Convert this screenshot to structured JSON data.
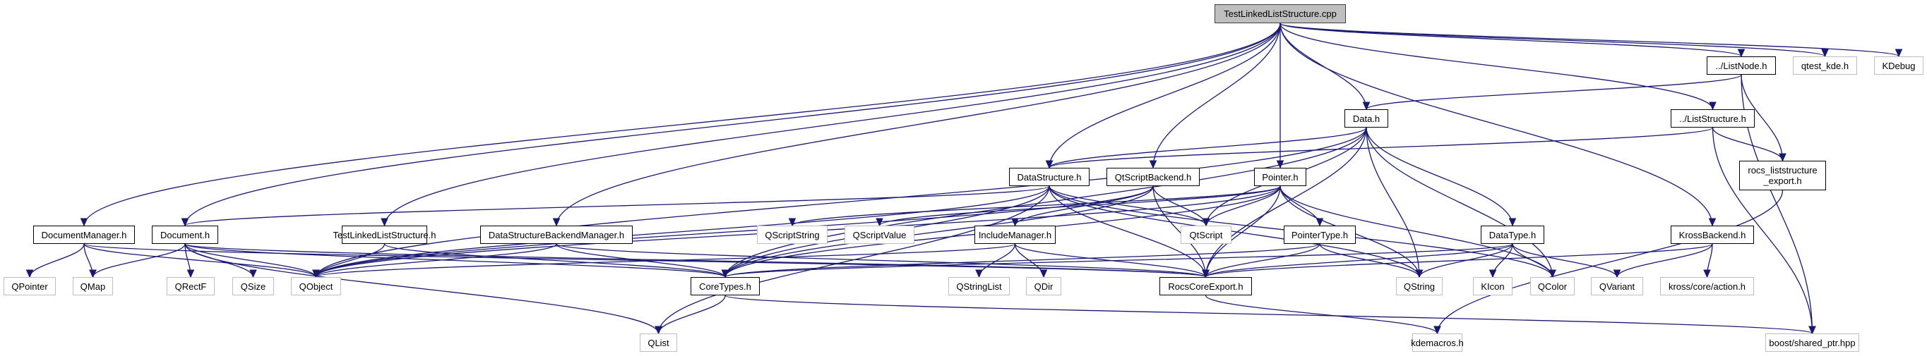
{
  "title": "TestLinkedListStructure.cpp include dependency graph",
  "colors": {
    "edge": "#191970",
    "root_fill": "#bfbfbf",
    "local_border": "#000000",
    "external_border": "#bfbfbf"
  },
  "nodes": [
    {
      "id": "root",
      "label": "TestLinkedListStructure.cpp",
      "kind": "root"
    },
    {
      "id": "listnode",
      "label": "../ListNode.h",
      "kind": "local"
    },
    {
      "id": "qtest_kde",
      "label": "qtest_kde.h",
      "kind": "external"
    },
    {
      "id": "kdebug",
      "label": "KDebug",
      "kind": "external"
    },
    {
      "id": "data",
      "label": "Data.h",
      "kind": "local"
    },
    {
      "id": "liststructure",
      "label": "../ListStructure.h",
      "kind": "local"
    },
    {
      "id": "datastructure",
      "label": "DataStructure.h",
      "kind": "local"
    },
    {
      "id": "qtscriptbackend",
      "label": "QtScriptBackend.h",
      "kind": "local"
    },
    {
      "id": "pointer",
      "label": "Pointer.h",
      "kind": "local"
    },
    {
      "id": "rocs_export",
      "label": "rocs_liststructure\n_export.h",
      "kind": "local"
    },
    {
      "id": "docmanager",
      "label": "DocumentManager.h",
      "kind": "local"
    },
    {
      "id": "document",
      "label": "Document.h",
      "kind": "local"
    },
    {
      "id": "testlinked_h",
      "label": "TestLinkedListStructure.h",
      "kind": "local"
    },
    {
      "id": "dsbackendmgr",
      "label": "DataStructureBackendManager.h",
      "kind": "local"
    },
    {
      "id": "qscriptstring",
      "label": "QScriptString",
      "kind": "external"
    },
    {
      "id": "qscriptvalue",
      "label": "QScriptValue",
      "kind": "external"
    },
    {
      "id": "includemanager",
      "label": "IncludeManager.h",
      "kind": "local"
    },
    {
      "id": "qtscript",
      "label": "QtScript",
      "kind": "external"
    },
    {
      "id": "pointertype",
      "label": "PointerType.h",
      "kind": "local"
    },
    {
      "id": "datatype",
      "label": "DataType.h",
      "kind": "local"
    },
    {
      "id": "krossbackend",
      "label": "KrossBackend.h",
      "kind": "local"
    },
    {
      "id": "qpointer",
      "label": "QPointer",
      "kind": "external"
    },
    {
      "id": "qmap",
      "label": "QMap",
      "kind": "external"
    },
    {
      "id": "qrectf",
      "label": "QRectF",
      "kind": "external"
    },
    {
      "id": "qsize",
      "label": "QSize",
      "kind": "external"
    },
    {
      "id": "qobject",
      "label": "QObject",
      "kind": "external"
    },
    {
      "id": "coretypes",
      "label": "CoreTypes.h",
      "kind": "local"
    },
    {
      "id": "qstringlist",
      "label": "QStringList",
      "kind": "external"
    },
    {
      "id": "qdir",
      "label": "QDir",
      "kind": "external"
    },
    {
      "id": "rocscoreexport",
      "label": "RocsCoreExport.h",
      "kind": "local"
    },
    {
      "id": "qstring",
      "label": "QString",
      "kind": "external"
    },
    {
      "id": "kicon",
      "label": "KIcon",
      "kind": "external"
    },
    {
      "id": "qcolor",
      "label": "QColor",
      "kind": "external"
    },
    {
      "id": "qvariant",
      "label": "QVariant",
      "kind": "external"
    },
    {
      "id": "kross_action",
      "label": "kross/core/action.h",
      "kind": "external"
    },
    {
      "id": "qlist",
      "label": "QList",
      "kind": "external"
    },
    {
      "id": "kdemacros",
      "label": "kdemacros.h",
      "kind": "external"
    },
    {
      "id": "boost_shared",
      "label": "boost/shared_ptr.hpp",
      "kind": "external"
    }
  ],
  "edges": [
    [
      "root",
      "listnode"
    ],
    [
      "root",
      "qtest_kde"
    ],
    [
      "root",
      "kdebug"
    ],
    [
      "root",
      "data"
    ],
    [
      "root",
      "liststructure"
    ],
    [
      "root",
      "datastructure"
    ],
    [
      "root",
      "qtscriptbackend"
    ],
    [
      "root",
      "pointer"
    ],
    [
      "root",
      "docmanager"
    ],
    [
      "root",
      "document"
    ],
    [
      "root",
      "testlinked_h"
    ],
    [
      "root",
      "dsbackendmgr"
    ],
    [
      "root",
      "krossbackend"
    ],
    [
      "listnode",
      "data"
    ],
    [
      "listnode",
      "rocs_export"
    ],
    [
      "listnode",
      "boost_shared"
    ],
    [
      "liststructure",
      "datastructure"
    ],
    [
      "liststructure",
      "rocs_export"
    ],
    [
      "liststructure",
      "boost_shared"
    ],
    [
      "rocs_export",
      "kdemacros"
    ],
    [
      "data",
      "datastructure"
    ],
    [
      "data",
      "qobject"
    ],
    [
      "data",
      "coretypes"
    ],
    [
      "data",
      "qtscript"
    ],
    [
      "data",
      "rocscoreexport"
    ],
    [
      "data",
      "qstring"
    ],
    [
      "data",
      "datatype"
    ],
    [
      "data",
      "qcolor"
    ],
    [
      "datastructure",
      "document"
    ],
    [
      "datastructure",
      "qobject"
    ],
    [
      "datastructure",
      "coretypes"
    ],
    [
      "datastructure",
      "qlist"
    ],
    [
      "datastructure",
      "qtscript"
    ],
    [
      "datastructure",
      "rocscoreexport"
    ],
    [
      "datastructure",
      "qstring"
    ],
    [
      "datastructure",
      "qcolor"
    ],
    [
      "qtscriptbackend",
      "includemanager"
    ],
    [
      "qtscriptbackend",
      "qtscript"
    ],
    [
      "qtscriptbackend",
      "rocscoreexport"
    ],
    [
      "qtscriptbackend",
      "qobject"
    ],
    [
      "qtscriptbackend",
      "coretypes"
    ],
    [
      "pointer",
      "qobject"
    ],
    [
      "pointer",
      "qscriptstring"
    ],
    [
      "pointer",
      "qscriptvalue"
    ],
    [
      "pointer",
      "qtscript"
    ],
    [
      "pointer",
      "coretypes"
    ],
    [
      "pointer",
      "rocscoreexport"
    ],
    [
      "pointer",
      "pointertype"
    ],
    [
      "pointer",
      "qstring"
    ],
    [
      "pointer",
      "qcolor"
    ],
    [
      "docmanager",
      "qpointer"
    ],
    [
      "docmanager",
      "qmap"
    ],
    [
      "docmanager",
      "qobject"
    ],
    [
      "docmanager",
      "rocscoreexport"
    ],
    [
      "document",
      "qmap"
    ],
    [
      "document",
      "qrectf"
    ],
    [
      "document",
      "qsize"
    ],
    [
      "document",
      "qobject"
    ],
    [
      "document",
      "qlist"
    ],
    [
      "document",
      "coretypes"
    ],
    [
      "document",
      "rocscoreexport"
    ],
    [
      "testlinked_h",
      "qobject"
    ],
    [
      "testlinked_h",
      "coretypes"
    ],
    [
      "dsbackendmgr",
      "qobject"
    ],
    [
      "dsbackendmgr",
      "coretypes"
    ],
    [
      "dsbackendmgr",
      "rocscoreexport"
    ],
    [
      "includemanager",
      "qstringlist"
    ],
    [
      "includemanager",
      "qdir"
    ],
    [
      "includemanager",
      "rocscoreexport"
    ],
    [
      "includemanager",
      "qobject"
    ],
    [
      "pointertype",
      "coretypes"
    ],
    [
      "pointertype",
      "rocscoreexport"
    ],
    [
      "pointertype",
      "qstring"
    ],
    [
      "datatype",
      "coretypes"
    ],
    [
      "datatype",
      "rocscoreexport"
    ],
    [
      "datatype",
      "qstring"
    ],
    [
      "datatype",
      "kicon"
    ],
    [
      "datatype",
      "qcolor"
    ],
    [
      "datatype",
      "qvariant"
    ],
    [
      "krossbackend",
      "rocscoreexport"
    ],
    [
      "krossbackend",
      "qvariant"
    ],
    [
      "krossbackend",
      "kross_action"
    ],
    [
      "coretypes",
      "qlist"
    ],
    [
      "coretypes",
      "boost_shared"
    ],
    [
      "rocscoreexport",
      "kdemacros"
    ]
  ]
}
